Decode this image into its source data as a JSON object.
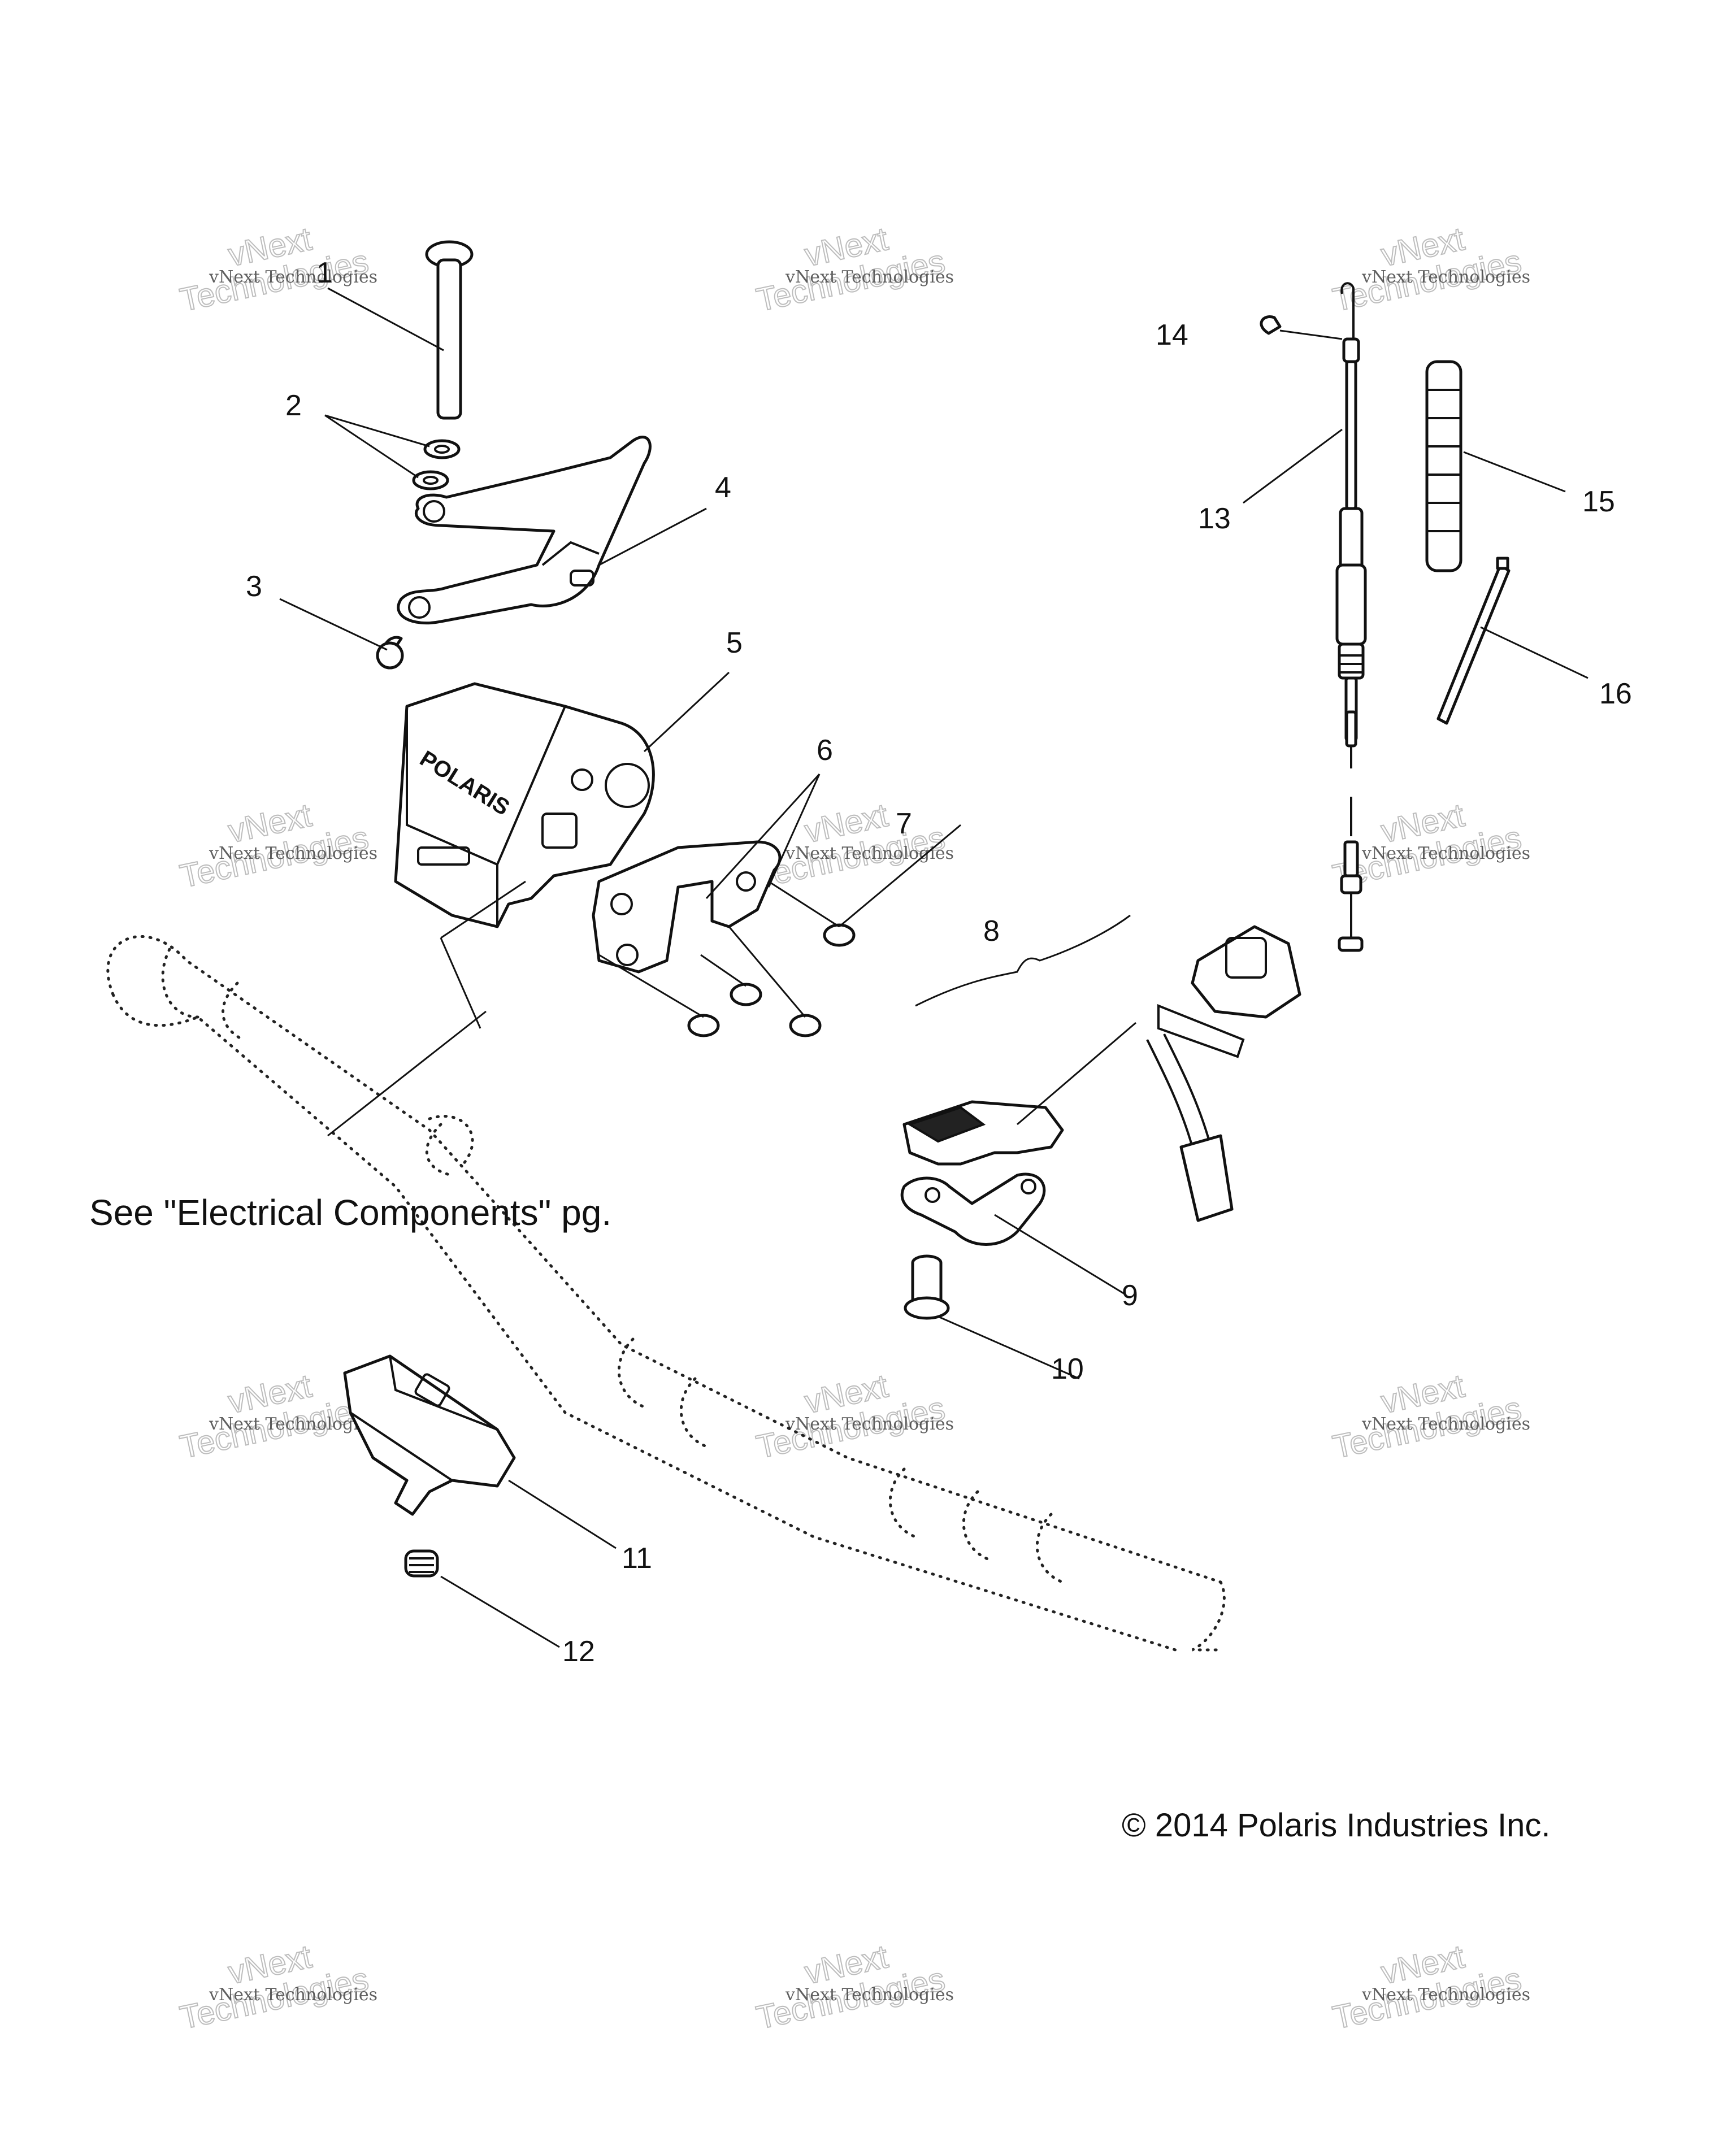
{
  "callouts": [
    "1",
    "2",
    "3",
    "4",
    "5",
    "6",
    "7",
    "8",
    "9",
    "10",
    "11",
    "12",
    "13",
    "14",
    "15",
    "16"
  ],
  "note": "See \"Electrical Components\" pg.",
  "copyright": "© 2014 Polaris Industries Inc.",
  "watermark": {
    "line1": "vNext Technologies",
    "line2": "vNext",
    "line3": "Technologies"
  },
  "logo_text": "POLARIS",
  "colors": {
    "ink": "#111111",
    "watermark": "#bdbdbd",
    "background": "#ffffff"
  }
}
